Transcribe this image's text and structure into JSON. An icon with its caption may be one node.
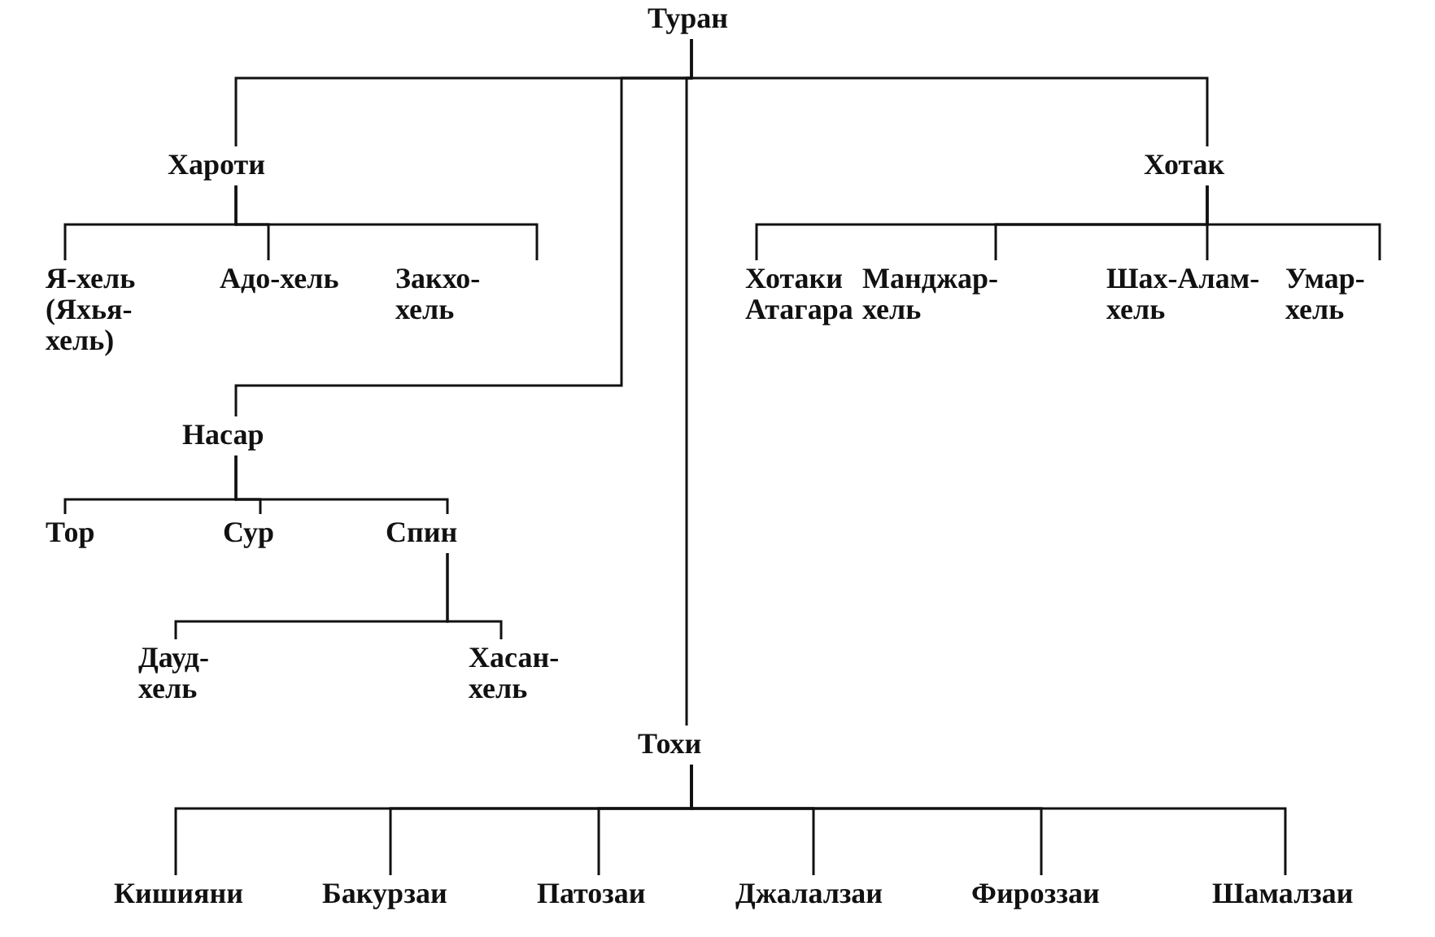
{
  "diagram": {
    "nodes": [
      {
        "text": [
          "Туран"
        ]
      },
      {
        "text": [
          "Хароти"
        ]
      },
      {
        "text": [
          "Я-хель (Яхья- хель)"
        ]
      },
      {
        "text": [
          "Адо-хель"
        ]
      },
      {
        "text": [
          "Закхо- хель"
        ]
      },
      {
        "text": [
          "Насар"
        ]
      },
      {
        "text": [
          "Тор"
        ]
      },
      {
        "text": [
          "Сур"
        ]
      },
      {
        "text": [
          "Спин"
        ]
      },
      {
        "text": [
          "Дауд- хель"
        ]
      },
      {
        "text": [
          "Хасан- хель"
        ]
      },
      {
        "text": [
          "Хотак"
        ]
      },
      {
        "text": [
          "Хотаки Атагара"
        ]
      },
      {
        "text": [
          "Манджар- хель"
        ]
      },
      {
        "text": [
          "Шах-Алам- хель"
        ]
      },
      {
        "text": [
          "Умар- хель"
        ]
      },
      {
        "text": [
          "Тохи"
        ]
      },
      {
        "text": [
          "Кишияни"
        ]
      },
      {
        "text": [
          "Бакурзаи"
        ]
      },
      {
        "text": [
          "Патозаи"
        ]
      },
      {
        "text": [
          "Джалалзаи"
        ]
      },
      {
        "text": [
          "Фироззаи"
        ]
      },
      {
        "text": [
          "Шамалзаи"
        ]
      }
    ],
    "edges": [
      {
        "from": 0,
        "to": 1,
        "arrow": "none"
      },
      {
        "from": 0,
        "to": 5,
        "arrow": "none"
      },
      {
        "from": 0,
        "to": 16,
        "arrow": "none"
      },
      {
        "from": 0,
        "to": 11,
        "arrow": "none"
      },
      {
        "from": 1,
        "to": 2,
        "arrow": "none"
      },
      {
        "from": 1,
        "to": 3,
        "arrow": "none"
      },
      {
        "from": 1,
        "to": 4,
        "arrow": "none"
      },
      {
        "from": 5,
        "to": 6,
        "arrow": "none"
      },
      {
        "from": 5,
        "to": 7,
        "arrow": "none"
      },
      {
        "from": 5,
        "to": 8,
        "arrow": "none"
      },
      {
        "from": 8,
        "to": 9,
        "arrow": "none"
      },
      {
        "from": 8,
        "to": 10,
        "arrow": "none"
      },
      {
        "from": 11,
        "to": 12,
        "arrow": "none"
      },
      {
        "from": 11,
        "to": 13,
        "arrow": "none"
      },
      {
        "from": 11,
        "to": 14,
        "arrow": "none"
      },
      {
        "from": 11,
        "to": 15,
        "arrow": "none"
      },
      {
        "from": 16,
        "to": 17,
        "arrow": "none"
      },
      {
        "from": 16,
        "to": 18,
        "arrow": "none"
      },
      {
        "from": 16,
        "to": 19,
        "arrow": "none"
      },
      {
        "from": 16,
        "to": 20,
        "arrow": "none"
      },
      {
        "from": 16,
        "to": 21,
        "arrow": "none"
      },
      {
        "from": 16,
        "to": 22,
        "arrow": "none"
      }
    ]
  }
}
